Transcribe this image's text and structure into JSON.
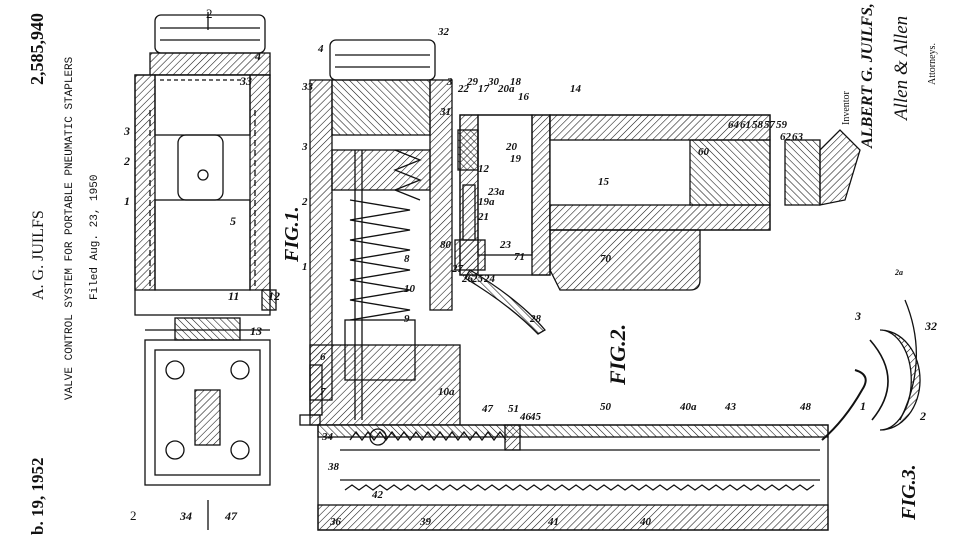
{
  "header": {
    "date": "b. 19, 1952",
    "inventor": "A. G. JUILFS",
    "patent_number": "2,585,940",
    "title": "VALVE CONTROL SYSTEM FOR PORTABLE PNEUMATIC STAPLERS",
    "filed": "Filed Aug. 23, 1950"
  },
  "figures": {
    "fig1": "FIG.1.",
    "fig2": "FIG.2.",
    "fig3": "FIG.3."
  },
  "signature": {
    "inventor_label": "Inventor",
    "inventor_name": "ALBERT G. JUILFS,",
    "attorney_name": "Allen & Allen",
    "attorney_label": "Attorneys."
  },
  "section_marks": {
    "top": "2",
    "bottom": "2"
  },
  "reference_numerals": {
    "fig1": [
      "4",
      "33",
      "3",
      "2",
      "1",
      "5",
      "11",
      "13",
      "12",
      "34",
      "47"
    ],
    "fig2_upper": [
      "4",
      "33",
      "3",
      "2",
      "1",
      "32",
      "31",
      "3",
      "22",
      "29",
      "17",
      "30",
      "20a",
      "18",
      "16",
      "14",
      "15",
      "19",
      "20",
      "12",
      "19a",
      "21",
      "23a",
      "23",
      "71",
      "70",
      "60",
      "64",
      "61",
      "58",
      "57",
      "59",
      "62",
      "63",
      "8",
      "10",
      "9",
      "80",
      "27",
      "26",
      "25",
      "24",
      "28",
      "6"
    ],
    "fig2_lower": [
      "10a",
      "7",
      "47",
      "51",
      "46",
      "45",
      "50",
      "40a",
      "43",
      "48",
      "34",
      "38",
      "36",
      "42",
      "39",
      "41",
      "40"
    ],
    "fig3": [
      "3",
      "32",
      "1",
      "2",
      "2a"
    ]
  }
}
